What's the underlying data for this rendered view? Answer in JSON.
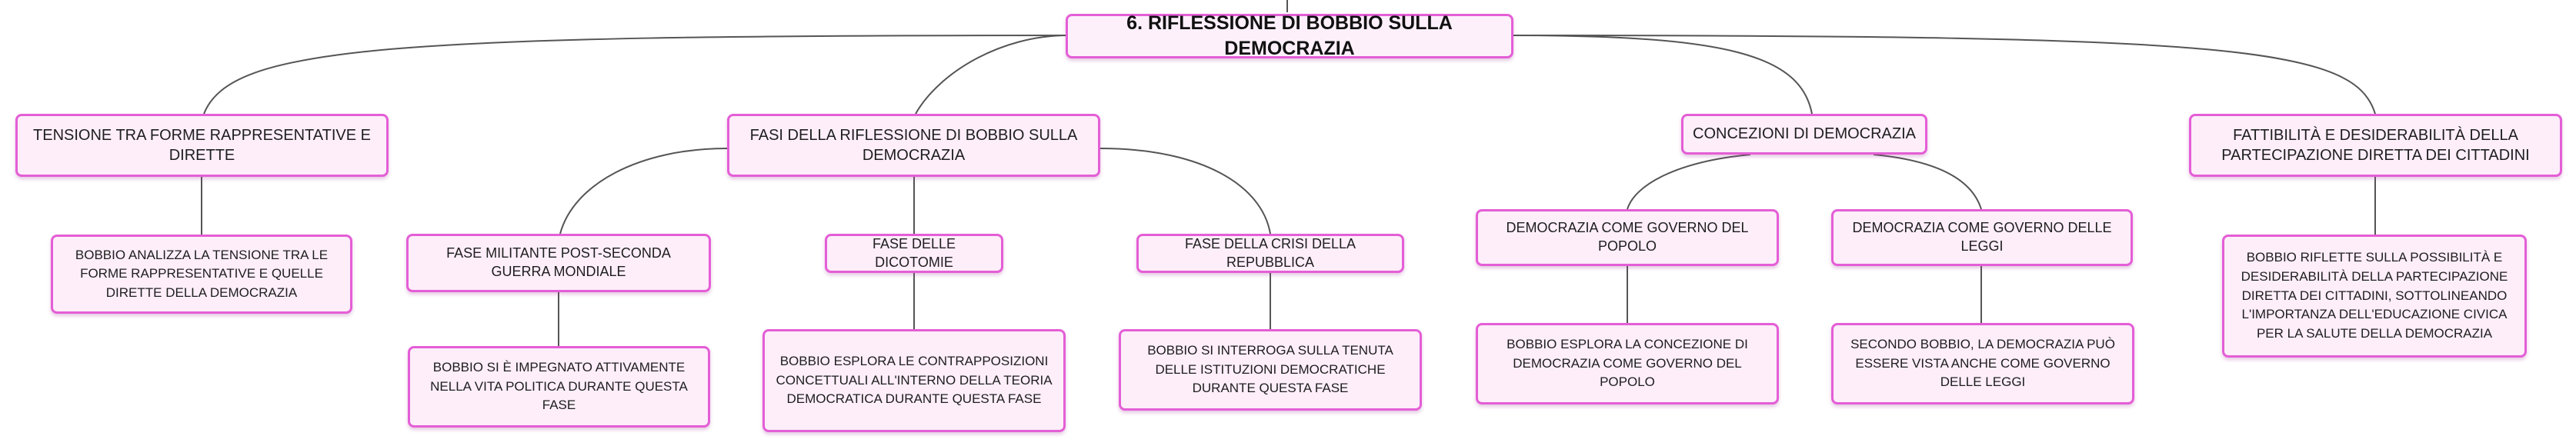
{
  "root": {
    "label": "6. RIFLESSIONE DI BOBBIO SULLA DEMOCRAZIA"
  },
  "branches": [
    {
      "label": "TENSIONE TRA FORME RAPPRESENTATIVE E DIRETTE",
      "children": [
        {
          "label": "BOBBIO ANALIZZA LA TENSIONE TRA LE FORME RAPPRESENTATIVE E QUELLE DIRETTE DELLA DEMOCRAZIA"
        }
      ]
    },
    {
      "label": "FASI DELLA RIFLESSIONE DI BOBBIO SULLA DEMOCRAZIA",
      "children": [
        {
          "label": "FASE MILITANTE POST-SECONDA GUERRA MONDIALE",
          "children": [
            {
              "label": "BOBBIO SI È IMPEGNATO ATTIVAMENTE NELLA VITA POLITICA DURANTE QUESTA FASE"
            }
          ]
        },
        {
          "label": "FASE DELLE DICOTOMIE",
          "children": [
            {
              "label": "BOBBIO ESPLORA LE CONTRAPPOSIZIONI CONCETTUALI ALL'INTERNO DELLA TEORIA DEMOCRATICA DURANTE QUESTA FASE"
            }
          ]
        },
        {
          "label": "FASE DELLA CRISI DELLA REPUBBLICA",
          "children": [
            {
              "label": "BOBBIO SI INTERROGA SULLA TENUTA DELLE ISTITUZIONI DEMOCRATICHE DURANTE QUESTA FASE"
            }
          ]
        }
      ]
    },
    {
      "label": "CONCEZIONI DI DEMOCRAZIA",
      "children": [
        {
          "label": "DEMOCRAZIA COME GOVERNO DEL POPOLO",
          "children": [
            {
              "label": "BOBBIO ESPLORA LA CONCEZIONE DI DEMOCRAZIA COME GOVERNO DEL POPOLO"
            }
          ]
        },
        {
          "label": "DEMOCRAZIA COME GOVERNO DELLE LEGGI",
          "children": [
            {
              "label": "SECONDO BOBBIO, LA DEMOCRAZIA PUÒ ESSERE VISTA ANCHE COME GOVERNO DELLE LEGGI"
            }
          ]
        }
      ]
    },
    {
      "label": "FATTIBILITÀ E DESIDERABILITÀ DELLA PARTECIPAZIONE DIRETTA DEI CITTADINI",
      "children": [
        {
          "label": "BOBBIO RIFLETTE SULLA POSSIBILITÀ E DESIDERABILITÀ DELLA PARTECIPAZIONE DIRETTA DEI CITTADINI, SOTTOLINEANDO L'IMPORTANZA DELL'EDUCAZIONE CIVICA PER LA SALUTE DELLA DEMOCRAZIA"
        }
      ]
    }
  ],
  "colors": {
    "node_border": "#e45ed6",
    "node_fill": "#fdeefa",
    "connector": "#555555"
  }
}
